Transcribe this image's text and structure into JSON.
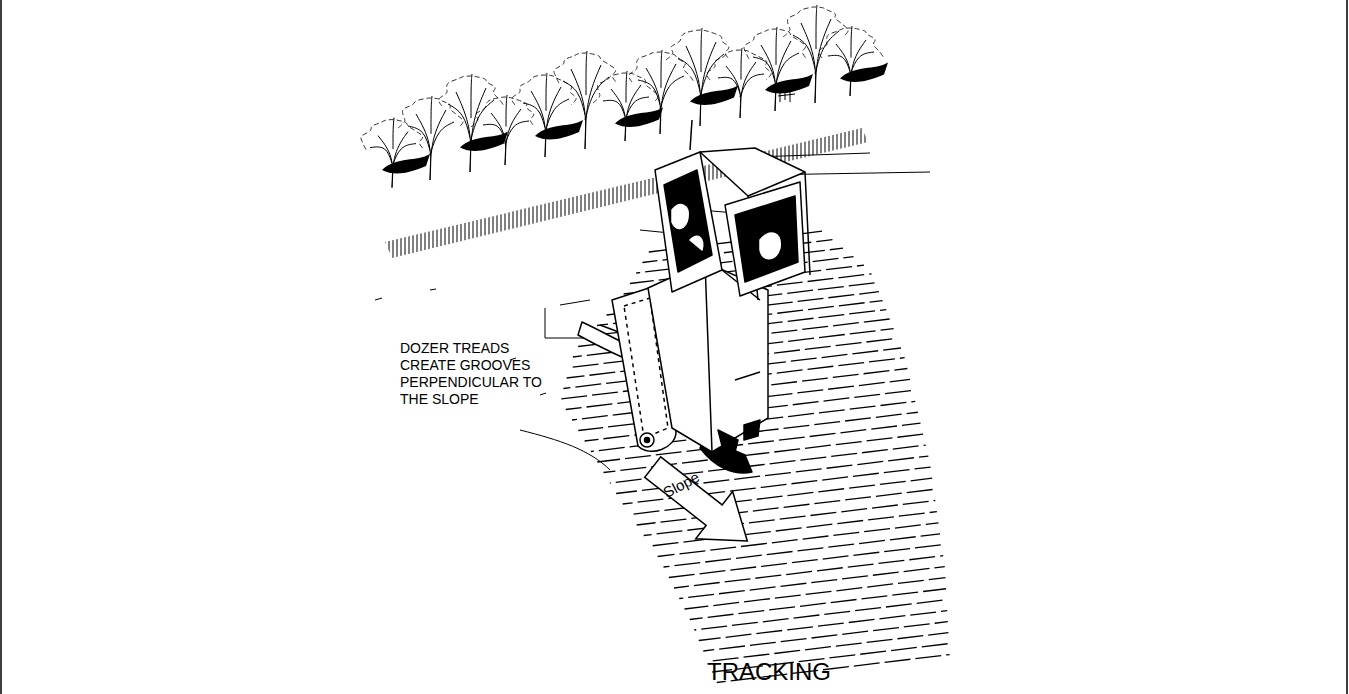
{
  "diagram": {
    "caption": "TRACKING",
    "nodes": [
      {
        "text": [
          "Slope"
        ]
      }
    ],
    "labels": [
      "DOZER TREADS CREATE GROOVES PERPENDICULAR TO THE SLOPE"
    ]
  }
}
